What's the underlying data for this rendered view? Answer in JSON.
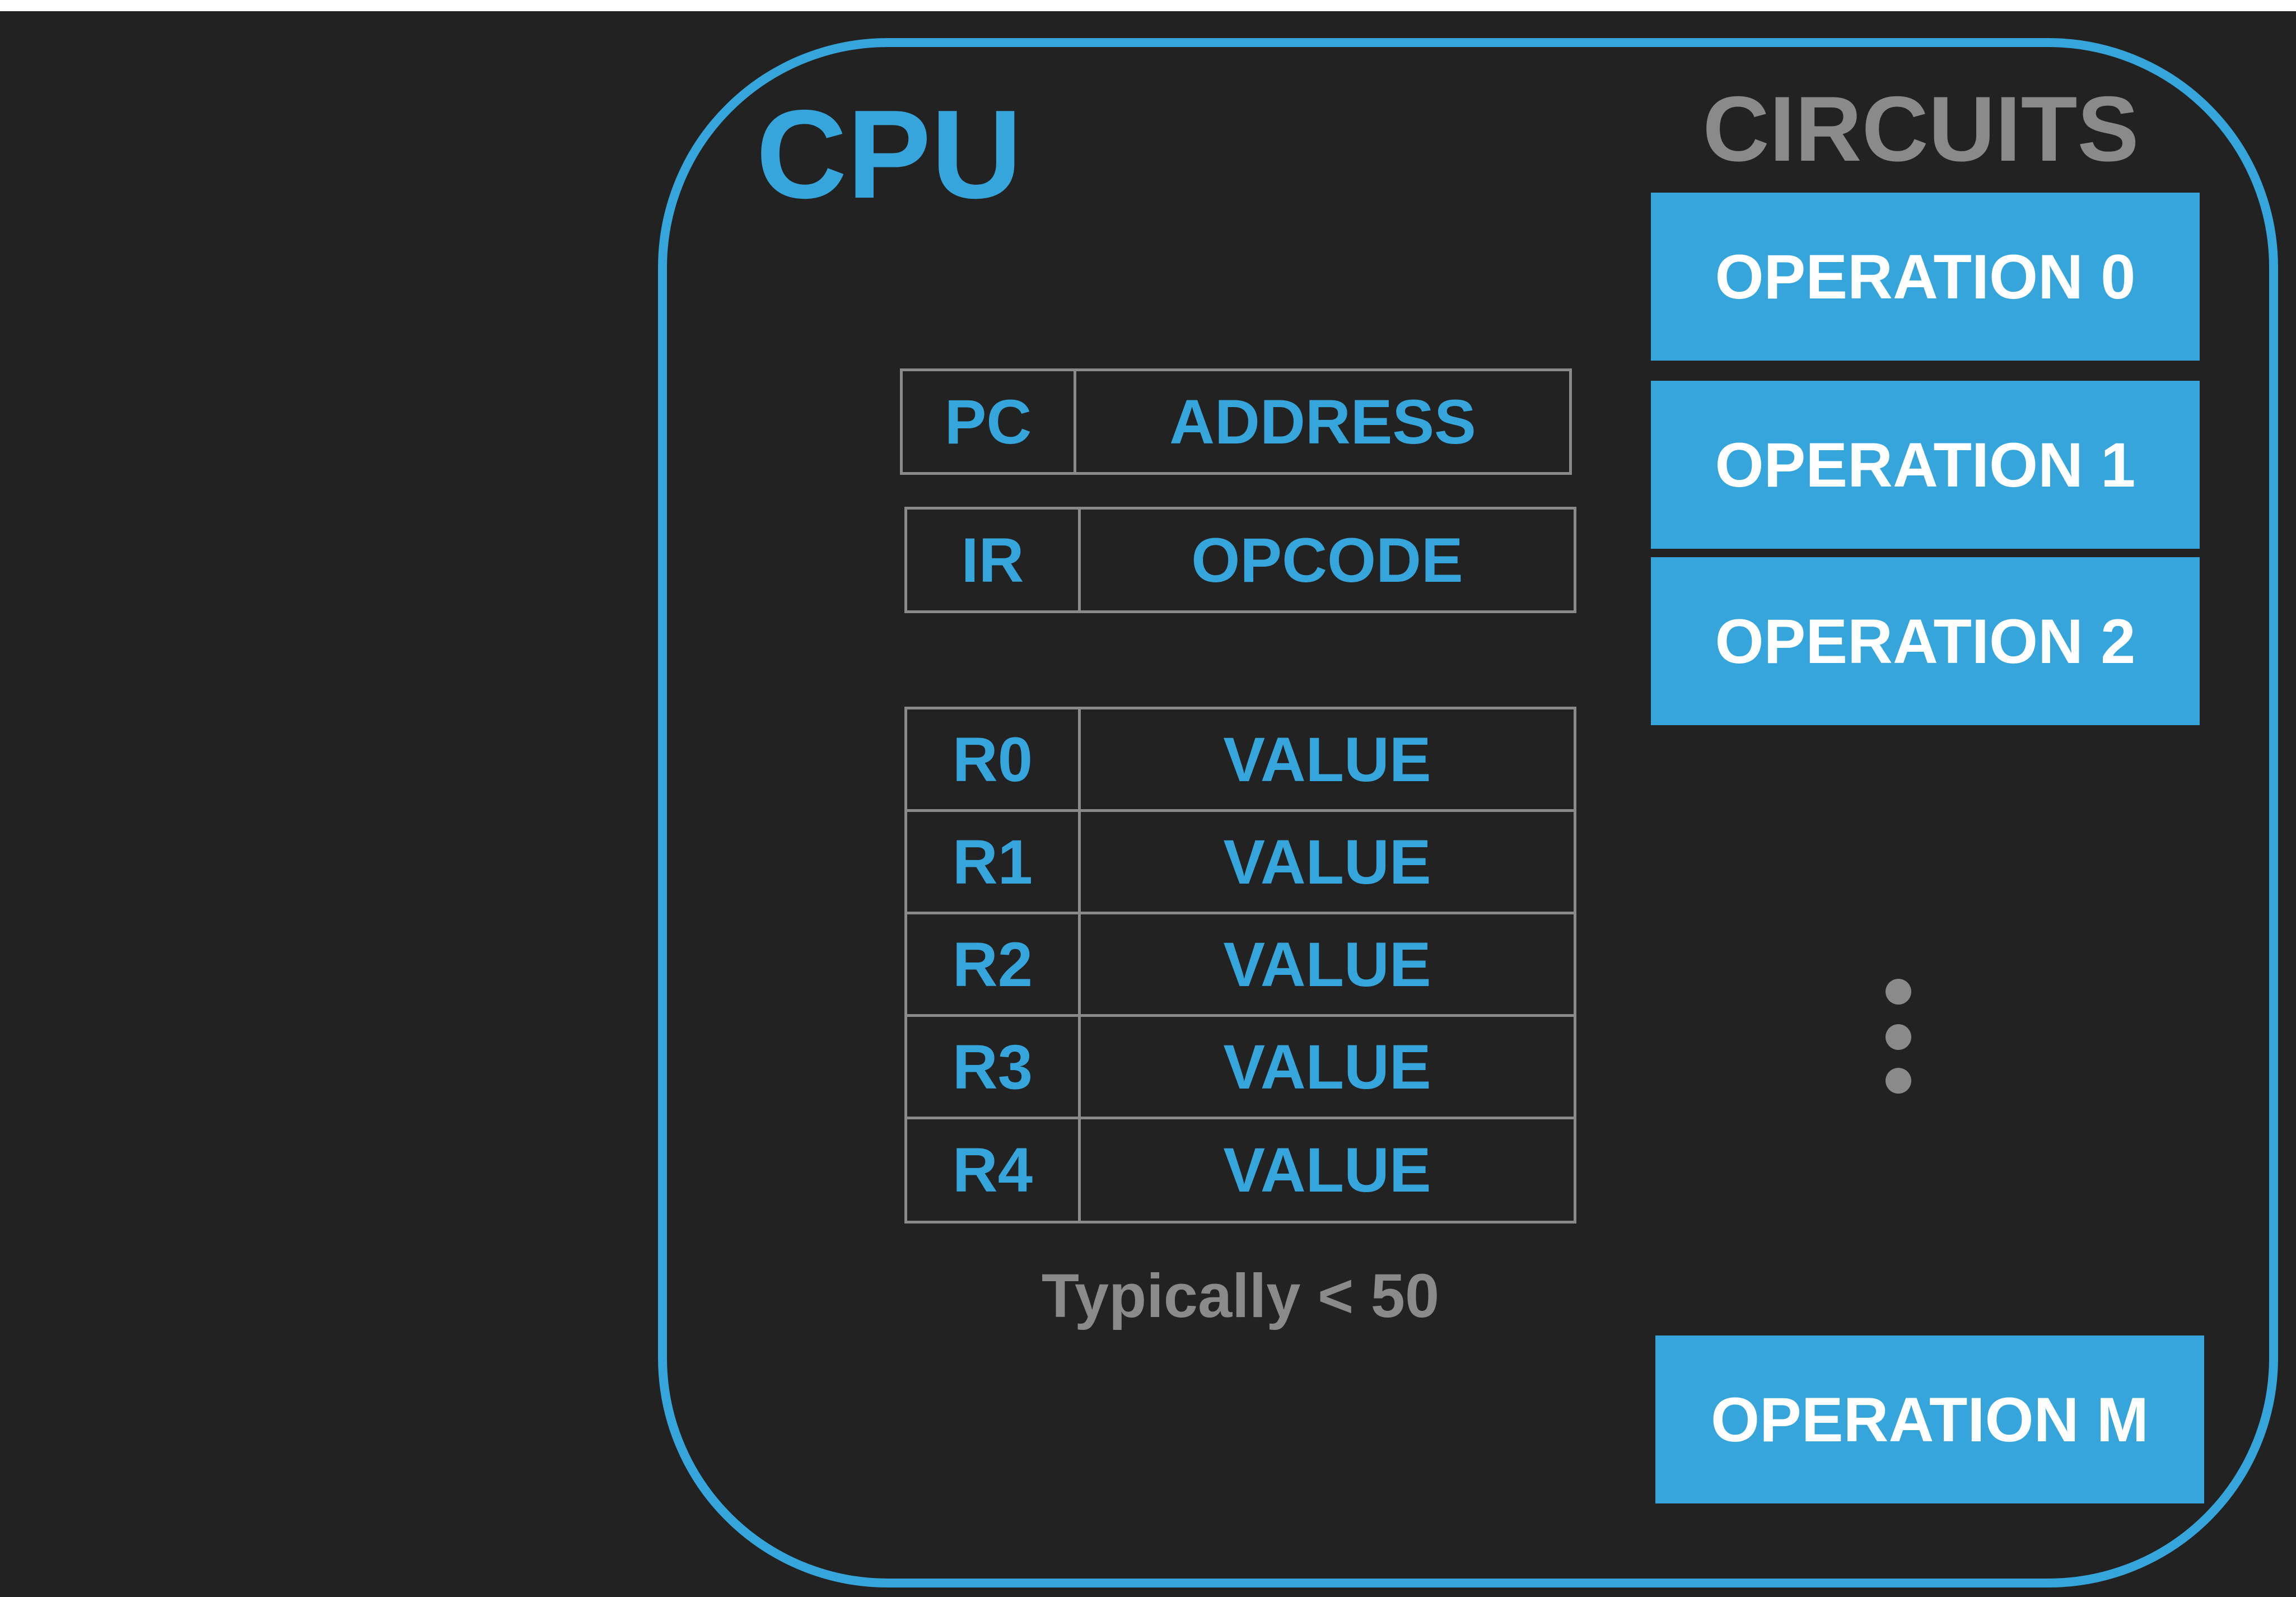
{
  "cpu": {
    "title": "CPU",
    "registers": {
      "pc": {
        "name": "PC",
        "value": "ADDRESS"
      },
      "ir": {
        "name": "IR",
        "value": "OPCODE"
      },
      "general": [
        {
          "name": "R0",
          "value": "VALUE"
        },
        {
          "name": "R1",
          "value": "VALUE"
        },
        {
          "name": "R2",
          "value": "VALUE"
        },
        {
          "name": "R3",
          "value": "VALUE"
        },
        {
          "name": "R4",
          "value": "VALUE"
        }
      ],
      "note": "Typically < 50"
    },
    "circuits": {
      "title": "CIRCUITS",
      "operations": [
        "OPERATION 0",
        "OPERATION 1",
        "OPERATION 2"
      ],
      "last_operation": "OPERATION M"
    }
  },
  "colors": {
    "background": "#222222",
    "accent": "#35a5dc",
    "muted": "#8a8a8a",
    "button_text": "#ffffff"
  },
  "icons": {
    "ellipsis": "vertical-ellipsis-icon"
  }
}
